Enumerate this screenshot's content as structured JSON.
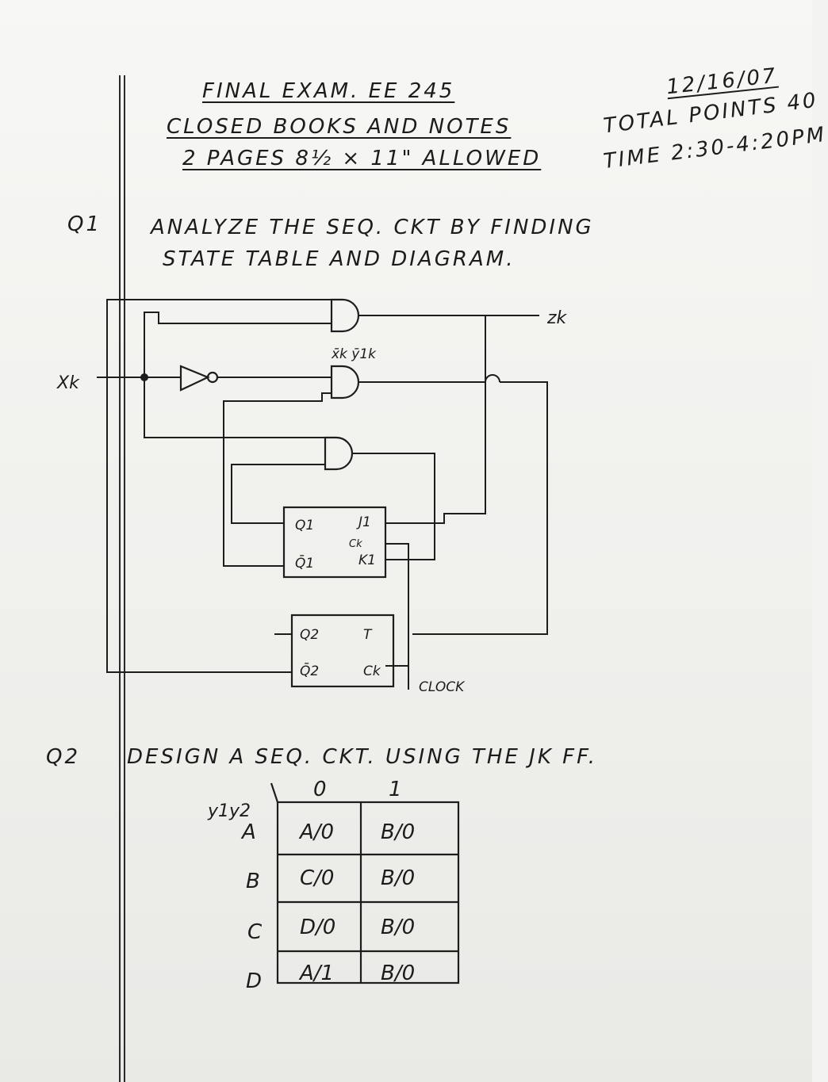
{
  "header": {
    "title": "FINAL EXAM. EE 245",
    "date": "12/16/07",
    "closed": "CLOSED BOOKS AND NOTES",
    "points": "TOTAL POINTS 40",
    "pages": "2 PAGES 8½ × 11\" ALLOWED",
    "time": "TIME 2:30-4:20PM"
  },
  "q1": {
    "label": "Q1",
    "line1": "ANALYZE THE SEQ. CKT BY FINDING",
    "line2": "STATE TABLE AND DIAGRAM.",
    "circuit": {
      "input": "Xk",
      "output": "zk",
      "term": "x̄k ȳ1k",
      "ff1": {
        "q": "Q1",
        "qbar": "Q̄1",
        "j": "J1",
        "ck": "Ck",
        "k": "K1"
      },
      "ff2": {
        "q": "Q2",
        "qbar": "Q̄2",
        "t": "T",
        "ck": "Ck"
      },
      "clock": "CLOCK"
    }
  },
  "q2": {
    "label": "Q2",
    "text": "DESIGN A SEQ. CKT. USING THE JK FF.",
    "corner": "y1y2",
    "columns": [
      "0",
      "1"
    ],
    "rows": [
      {
        "state": "A",
        "c0": "A/0",
        "c1": "B/0"
      },
      {
        "state": "B",
        "c0": "C/0",
        "c1": "B/0"
      },
      {
        "state": "C",
        "c0": "D/0",
        "c1": "B/0"
      },
      {
        "state": "D",
        "c0": "A/1",
        "c1": "B/0"
      }
    ]
  }
}
